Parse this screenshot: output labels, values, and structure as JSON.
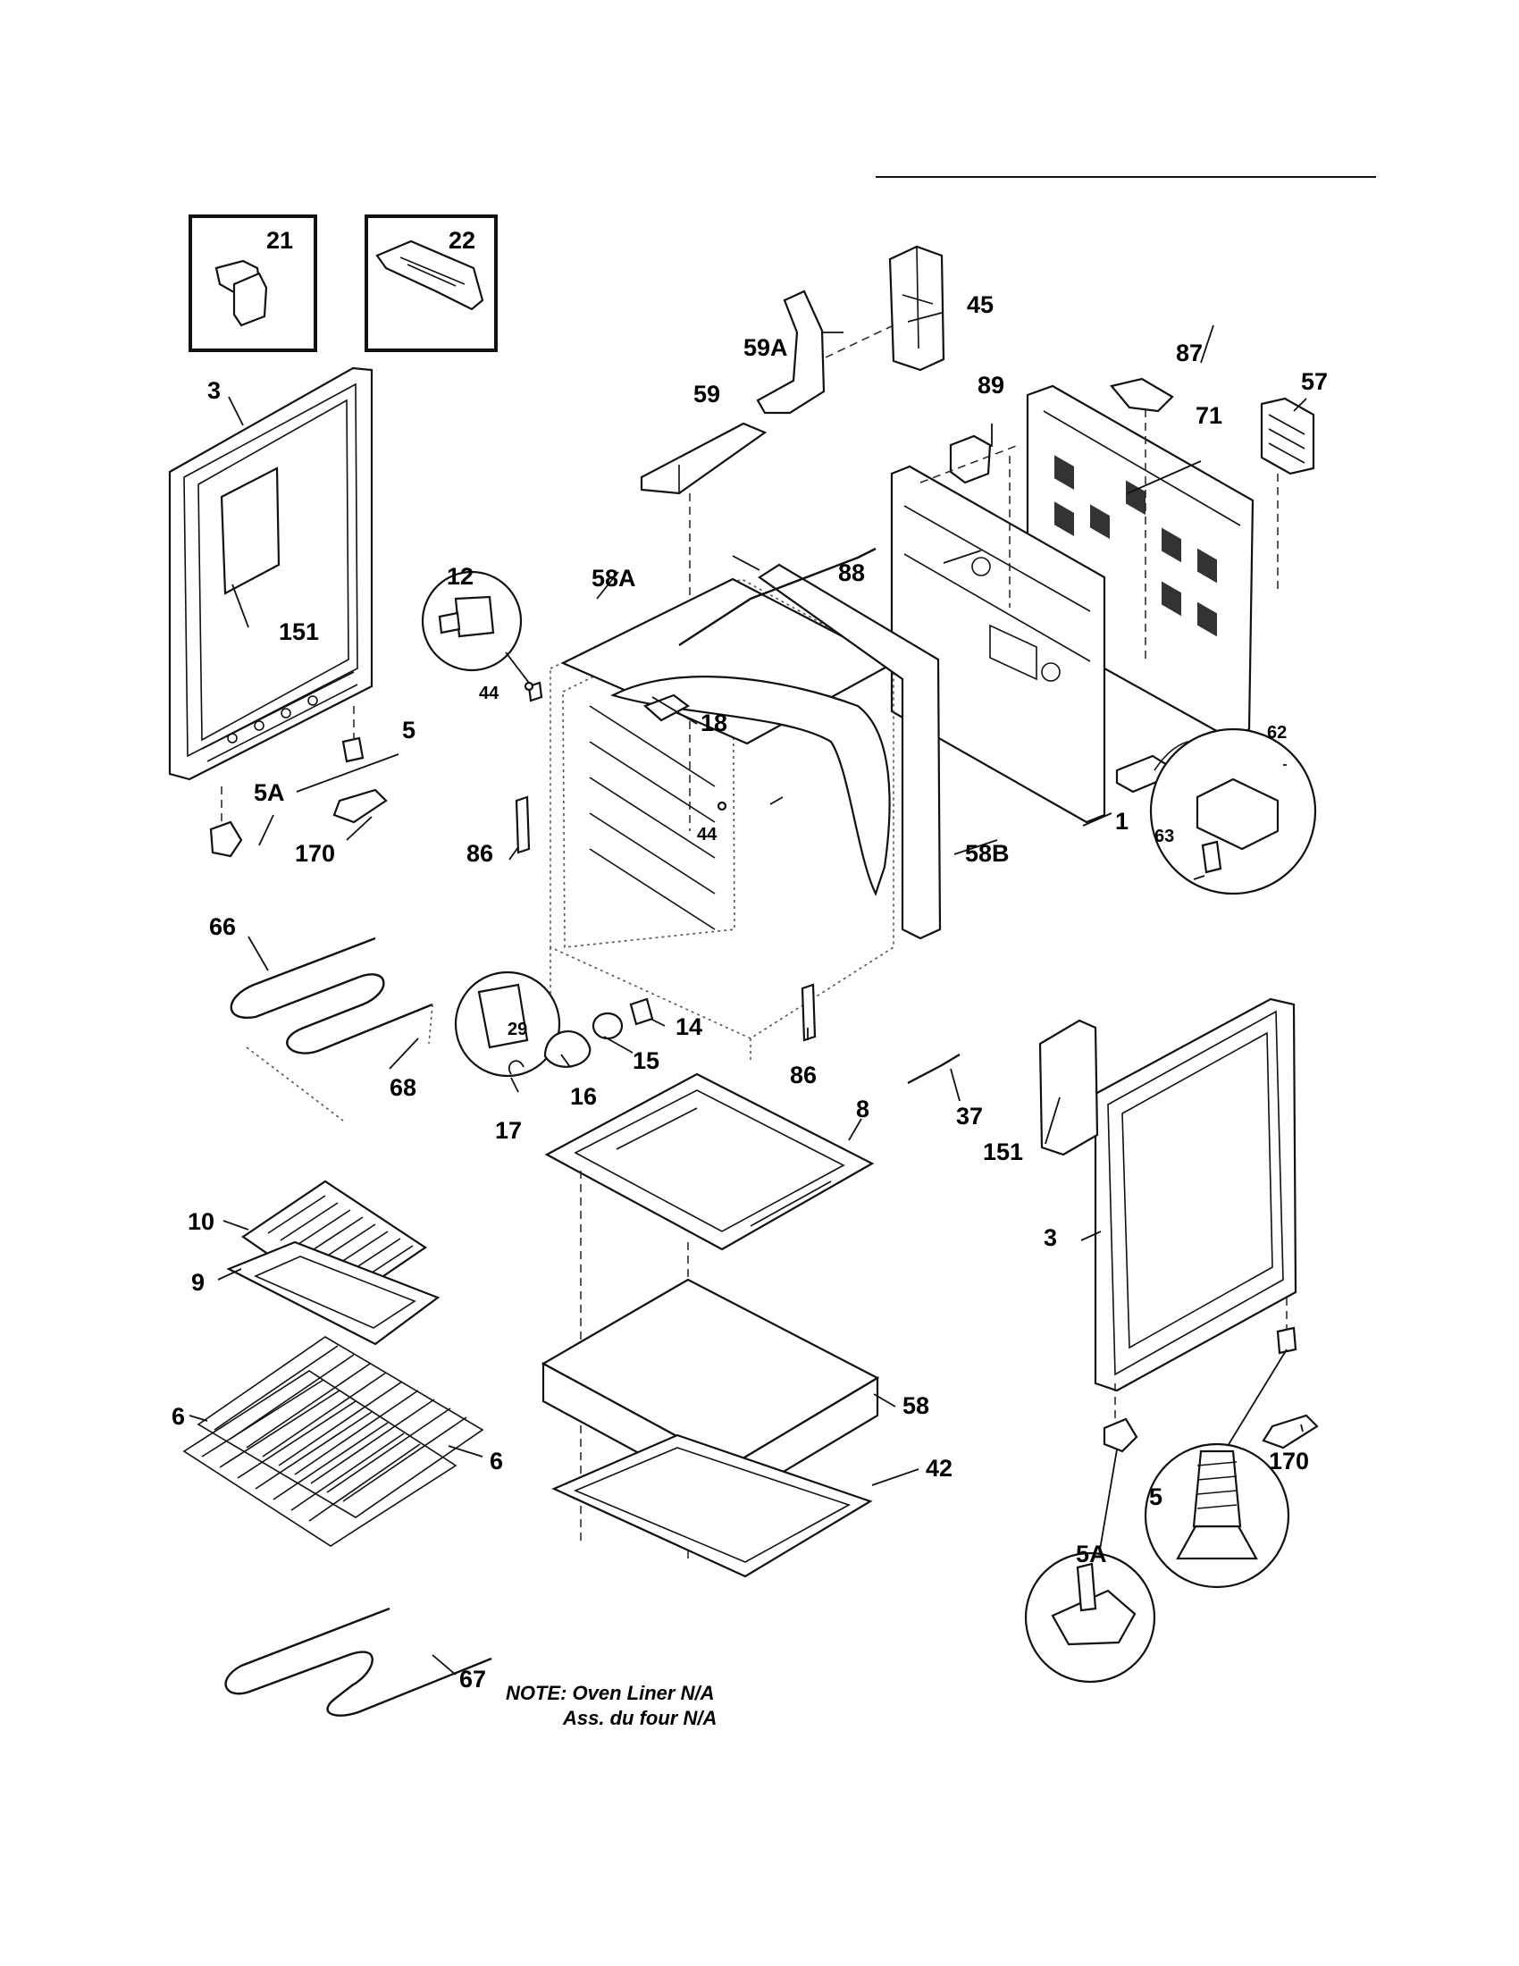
{
  "labels": {
    "p21": "21",
    "p22": "22",
    "p45": "45",
    "p59A": "59A",
    "p87": "87",
    "p57": "57",
    "p3a": "3",
    "p59": "59",
    "p89": "89",
    "p71": "71",
    "p151a": "151",
    "p12": "12",
    "p58A": "58A",
    "p88": "88",
    "p44a": "44",
    "p18": "18",
    "p62": "62",
    "p5a": "5",
    "p5Aa": "5A",
    "p170a": "170",
    "p86a": "86",
    "p44b": "44",
    "p58B": "58B",
    "p1": "1",
    "p63": "63",
    "p66": "66",
    "p29": "29",
    "p14": "14",
    "p15": "15",
    "p68": "68",
    "p16": "16",
    "p86b": "86",
    "p17": "17",
    "p37": "37",
    "p8": "8",
    "p151b": "151",
    "p10": "10",
    "p9": "9",
    "p3b": "3",
    "p6a": "6",
    "p58": "58",
    "p6b": "6",
    "p42": "42",
    "p170b": "170",
    "p5b": "5",
    "p5Ab": "5A",
    "p67": "67"
  },
  "note": {
    "line1": "NOTE: Oven Liner N/A",
    "line2": "Ass. du four N/A"
  }
}
